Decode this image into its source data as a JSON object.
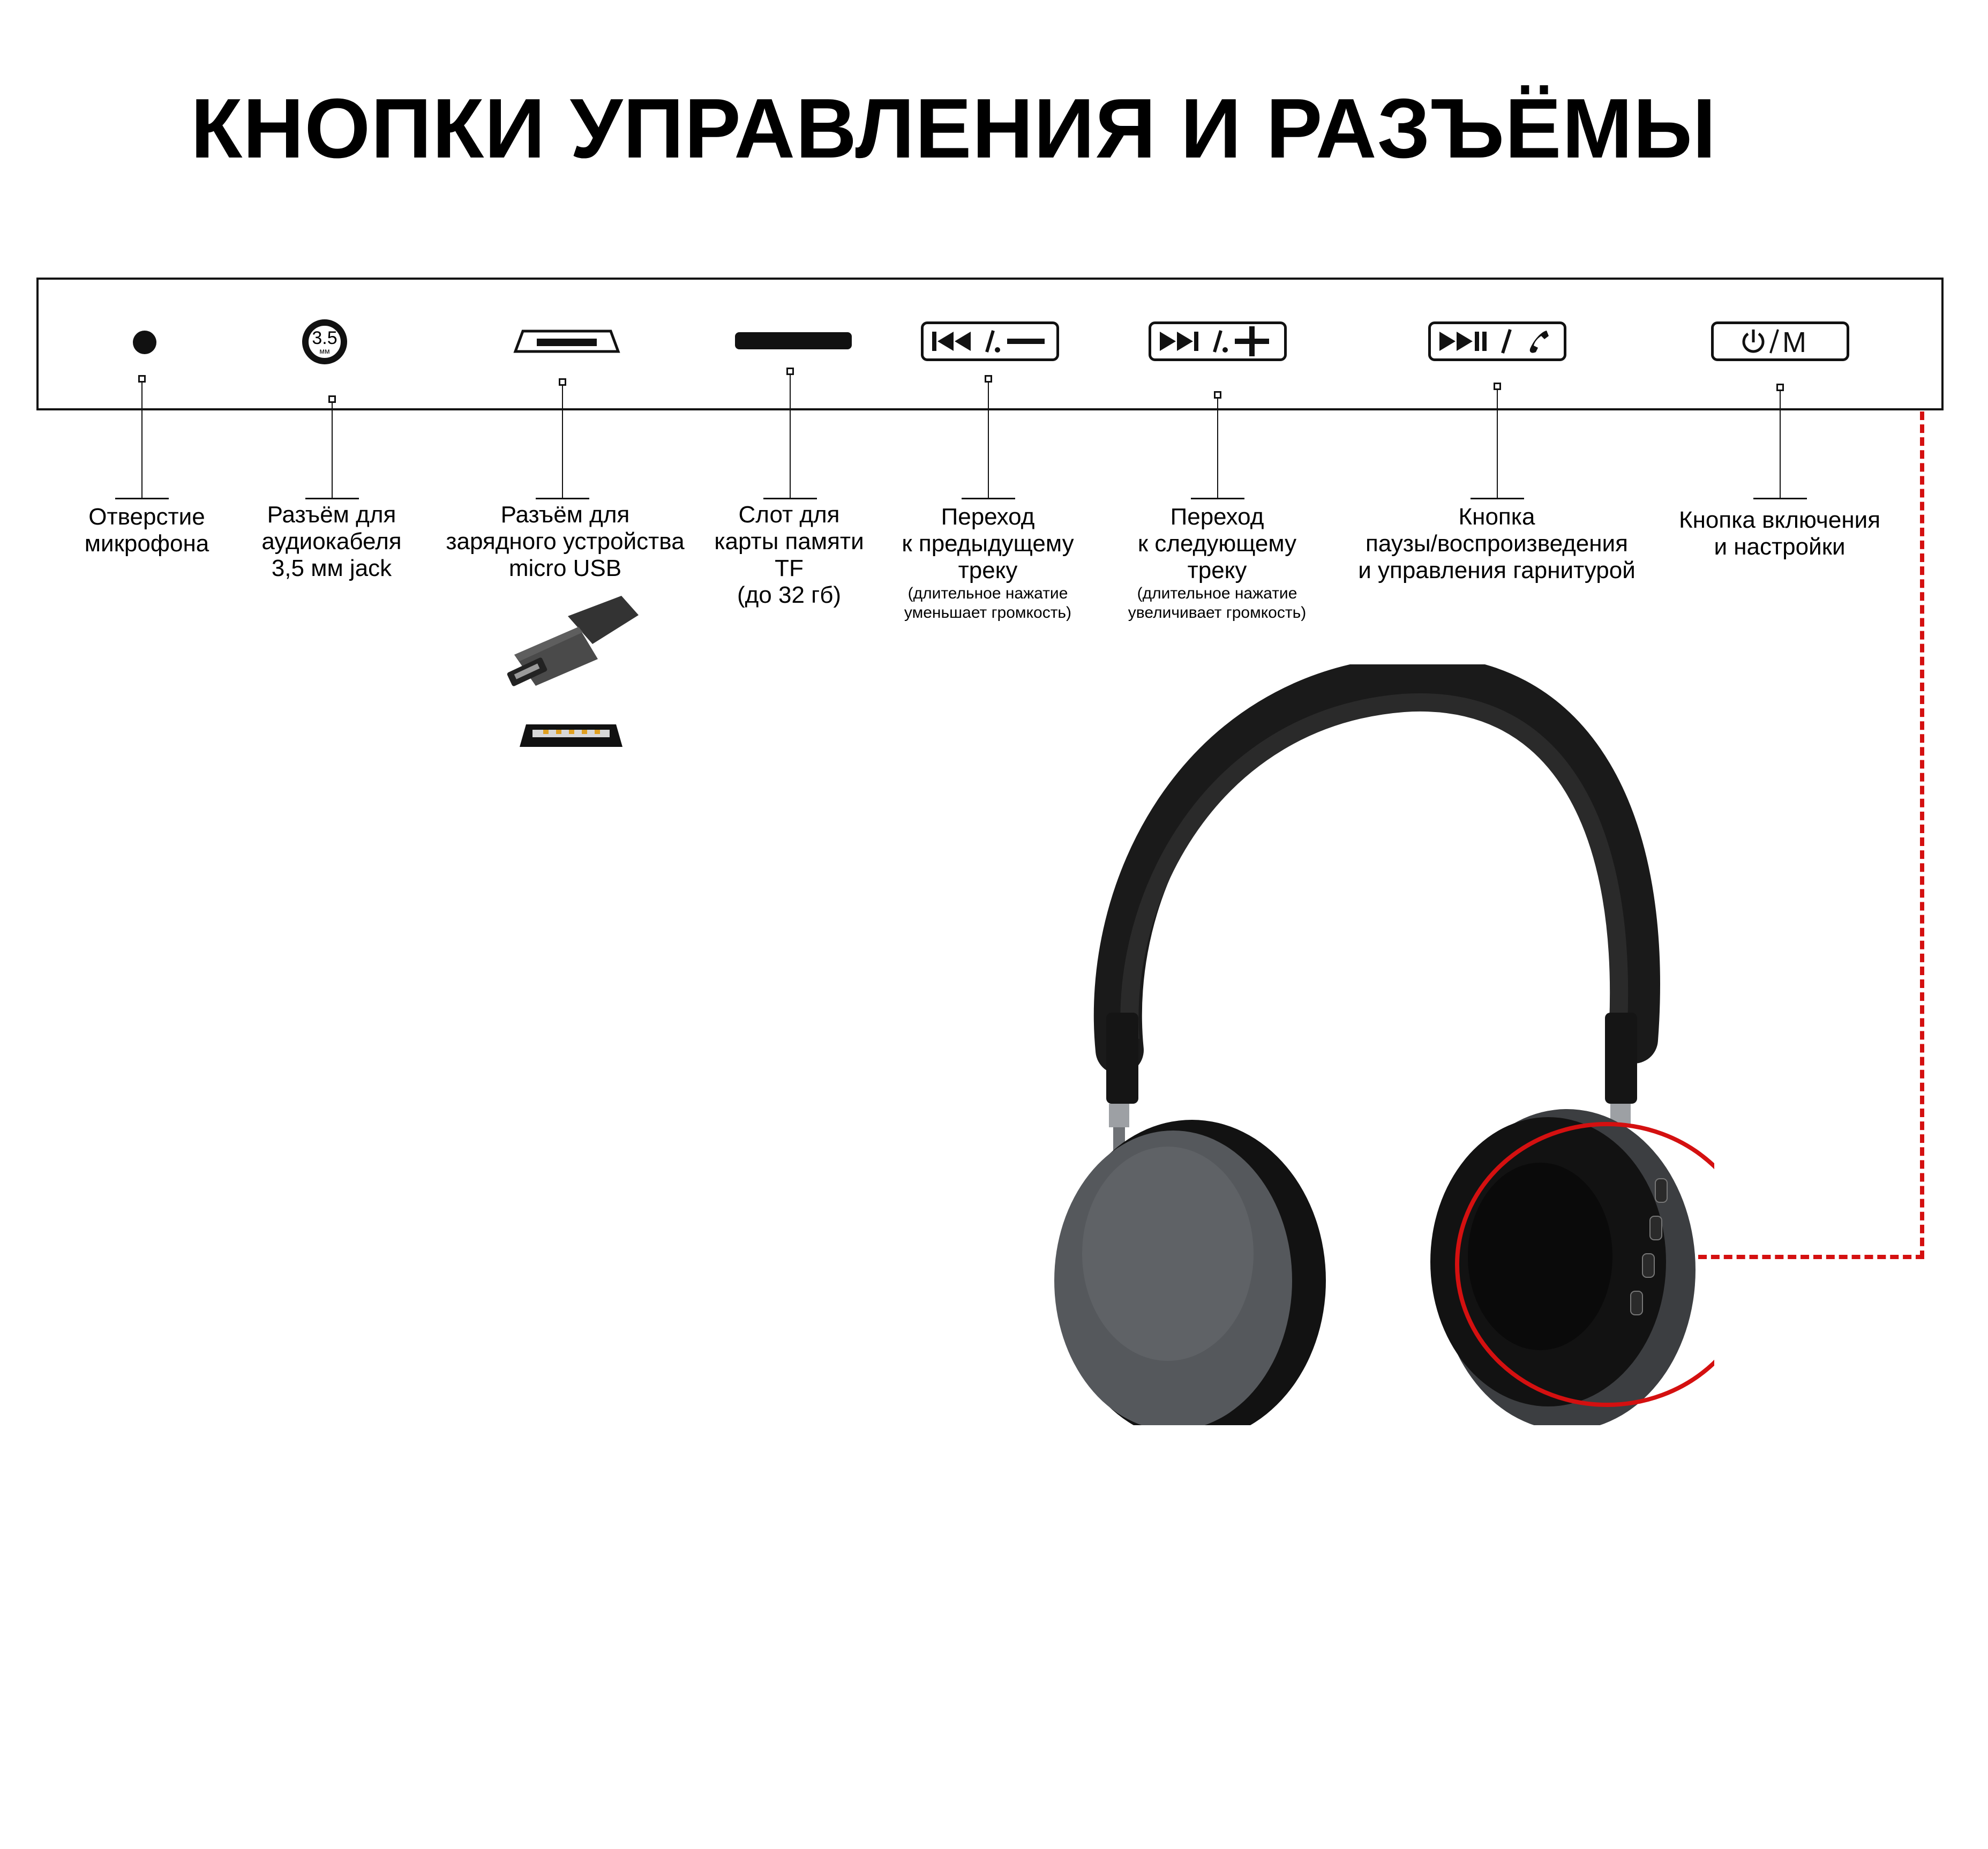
{
  "title": "КНОПКИ УПРАВЛЕНИЯ И РАЗЪЁМЫ",
  "icons": {
    "jack_top": "3.5",
    "jack_bottom": "мм",
    "prev": "⏮/.−",
    "next": "⏭/.+",
    "playpause": "⏯/✆",
    "power": "⏻/M"
  },
  "labels": [
    {
      "lines": [
        "Отверстие",
        "микрофона"
      ]
    },
    {
      "lines": [
        "Разъём для",
        "аудиокабеля",
        "3,5 мм jack"
      ]
    },
    {
      "lines": [
        "Разъём для",
        "зарядного устройства",
        "micro USB"
      ]
    },
    {
      "lines": [
        "Слот для",
        "карты памяти",
        "TF",
        "(до 32 гб)"
      ]
    },
    {
      "lines": [
        "Переход",
        "к предыдущему",
        "треку"
      ],
      "sub": [
        "(длительное нажатие",
        "уменьшает громкость)"
      ]
    },
    {
      "lines": [
        "Переход",
        "к следующему",
        "треку"
      ],
      "sub": [
        "(длительное нажатие",
        "увеличивает громкость)"
      ]
    },
    {
      "lines": [
        "Кнопка",
        "паузы/воспроизведения",
        "и управления гарнитурой"
      ]
    },
    {
      "lines": [
        "Кнопка включения",
        "и настройки"
      ]
    }
  ],
  "colors": {
    "accent_red": "#d41010",
    "cup_gray": "#55585c",
    "pad_black": "#121212"
  }
}
